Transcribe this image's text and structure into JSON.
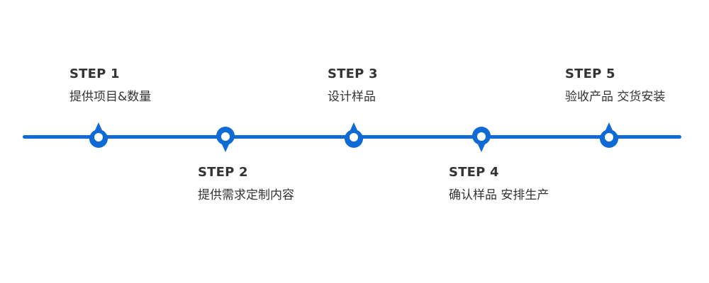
{
  "colors": {
    "accent": "#0f6ad6",
    "text": "#333333",
    "background": "#ffffff"
  },
  "steps": [
    {
      "title": "STEP 1",
      "desc": "提供项目&数量",
      "pin": "up"
    },
    {
      "title": "STEP 2",
      "desc": "提供需求定制内容",
      "pin": "down"
    },
    {
      "title": "STEP 3",
      "desc": "设计样品",
      "pin": "up"
    },
    {
      "title": "STEP 4",
      "desc": "确认样品 安排生产",
      "pin": "down"
    },
    {
      "title": "STEP 5",
      "desc": "验收产品 交货安装",
      "pin": "up"
    }
  ],
  "icons": {
    "marker_up": "map-pin-up-icon",
    "marker_down": "map-pin-down-icon"
  }
}
